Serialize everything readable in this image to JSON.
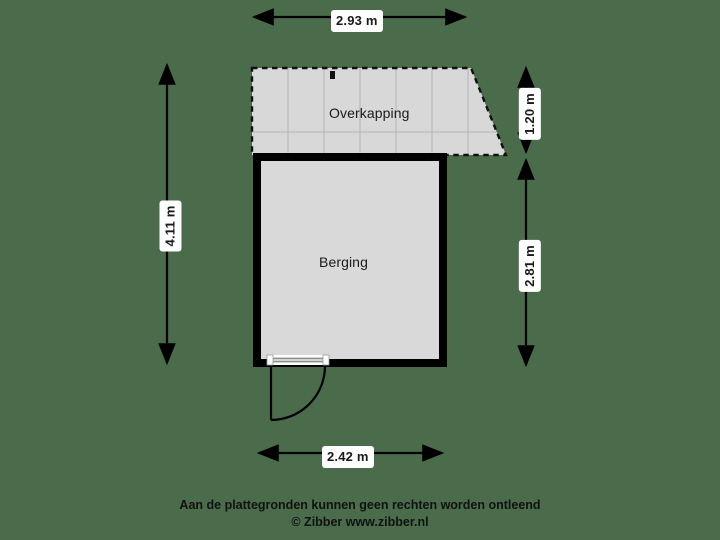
{
  "page": {
    "background_color": "#4a6c4b",
    "wall_color": "#000000",
    "room_fill_color": "#d9d9d9",
    "canopy_fill_color": "#d8d8d8",
    "label_text_color": "#1a1a1a",
    "dimension_label_bg": "#ffffff"
  },
  "rooms": [
    {
      "id": "overkapping",
      "label": "Overkapping"
    },
    {
      "id": "berging",
      "label": "Berging"
    }
  ],
  "dimensions": {
    "top": {
      "value": "2.93 m",
      "orientation": "horizontal"
    },
    "left": {
      "value": "4.11 m",
      "orientation": "vertical"
    },
    "right_top": {
      "value": "1.20 m",
      "orientation": "vertical"
    },
    "right_bottom": {
      "value": "2.81 m",
      "orientation": "vertical"
    },
    "bottom": {
      "value": "2.42 m",
      "orientation": "horizontal"
    }
  },
  "footer": {
    "line1": "Aan de plattegronden kunnen geen rechten worden ontleend",
    "line2": "© Zibber www.zibber.nl"
  }
}
